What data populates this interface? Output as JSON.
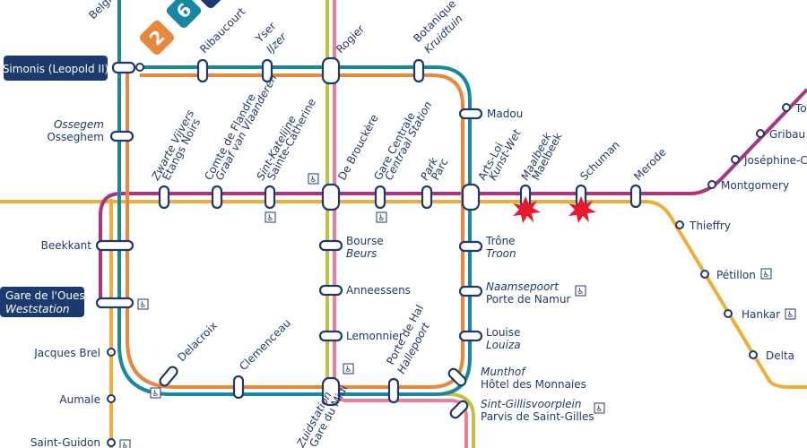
{
  "colors": {
    "line1": "#a8357d",
    "line2": "#e9873c",
    "line5": "#f0ad3a",
    "line6": "#1788a4",
    "line3": "#ea7ea2",
    "line4": "#bdc33f",
    "station_text": "#1f3a68",
    "blast": "#e8192c"
  },
  "badges": {
    "line2": "2",
    "line6": "6"
  },
  "stations": {
    "belgica": "Belgica",
    "ribaucourt": "Ribaucourt",
    "yser_fr": "Yser",
    "yser_nl": "IJzer",
    "rogier": "Rogier",
    "botanique_fr": "Botanique",
    "botanique_nl": "Kruidtuin",
    "simonis": "Simonis (Leopold II)",
    "madou": "Madou",
    "ossegem_nl": "Ossegem",
    "osseghem_fr": "Osseghem",
    "zwarte_vijvers_nl": "Zwarte Vijvers",
    "etangs_noirs_fr": "Étangs Noirs",
    "comte_flandre_fr": "Comte de Flandre",
    "graaf_vlaanderen_nl": "Graaf van Vlaanderen",
    "sint_katelijne_nl": "Sint-Katelijne",
    "sainte_catherine_fr": "Sainte-Catherine",
    "de_brouckere": "De Brouckère",
    "gare_centrale_fr": "Gare Centrale",
    "centraal_station_nl": "Centraal Station",
    "park_nl": "Park",
    "parc_fr": "Parc",
    "arts_loi_fr": "Arts-Loi",
    "kunst_wet_nl": "Kunst-Wet",
    "maalbeek_nl": "Maalbeek",
    "maelbeek_fr": "Maelbeek",
    "schuman": "Schuman",
    "merode": "Merode",
    "tomberg": "To",
    "gribaumont": "Gribau",
    "josephine_charlotte": "Joséphine-Ch",
    "montgomery": "Montgomery",
    "thieffry": "Thieffry",
    "petillon": "Pétillon",
    "hankar": "Hankar",
    "delta": "Delta",
    "beekkant": "Beekkant",
    "gare_ouest_fr": "Gare de l'Ouest",
    "weststation_nl": "Weststation",
    "bourse_fr": "Bourse",
    "beurs_nl": "Beurs",
    "trone_fr": "Trône",
    "troon_nl": "Troon",
    "naamsepoort_nl": "Naamsepoort",
    "porte_namur_fr": "Porte de Namur",
    "anneessens": "Anneessens",
    "jacques_brel": "Jacques Brel",
    "delacroix": "Delacroix",
    "clemenceau": "Clemenceau",
    "lemonnier": "Lemonnier",
    "louise_fr": "Louise",
    "louiza_nl": "Louiza",
    "porte_hal_fr": "Porte de Hal",
    "hallepoort_nl": "Hallepoort",
    "munthof_nl": "Munthof",
    "hotel_monnaies_fr": "Hôtel des Monnaies",
    "aumale": "Aumale",
    "zuidstation_nl": "Zuidstation",
    "gare_midi_fr": "Gare du Midi",
    "sint_gillis_nl": "Sint-Gillisvoorplein",
    "parvis_st_gilles_fr": "Parvis de Saint-Gilles",
    "saint_guidon": "Saint-Guidon"
  },
  "accessibility_icon": "wheelchair-icon",
  "accessibility_glyph": "♿"
}
